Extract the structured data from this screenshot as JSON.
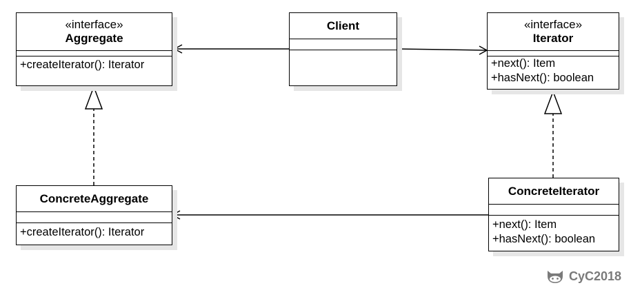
{
  "classes": {
    "aggregate": {
      "stereotype": "«interface»",
      "name": "Aggregate",
      "operations": [
        "+createIterator(): Iterator"
      ]
    },
    "client": {
      "name": "Client"
    },
    "iterator": {
      "stereotype": "«interface»",
      "name": "Iterator",
      "operations": [
        "+next(): Item",
        "+hasNext(): boolean"
      ]
    },
    "concrete_aggregate": {
      "name": "ConcreteAggregate",
      "operations": [
        "+createIterator(): Iterator"
      ]
    },
    "concrete_iterator": {
      "name": "ConcreteIterator",
      "operations": [
        "+next(): Item",
        "+hasNext(): boolean"
      ]
    }
  },
  "relations": [
    {
      "from": "client",
      "to": "aggregate",
      "kind": "association"
    },
    {
      "from": "client",
      "to": "iterator",
      "kind": "association"
    },
    {
      "from": "concrete_aggregate",
      "to": "aggregate",
      "kind": "realization"
    },
    {
      "from": "concrete_iterator",
      "to": "iterator",
      "kind": "realization"
    },
    {
      "from": "concrete_iterator",
      "to": "concrete_aggregate",
      "kind": "association"
    }
  ],
  "watermark": {
    "text": "CyC2018",
    "icon": "github-octocat-icon",
    "color": "#7a7a7a"
  }
}
